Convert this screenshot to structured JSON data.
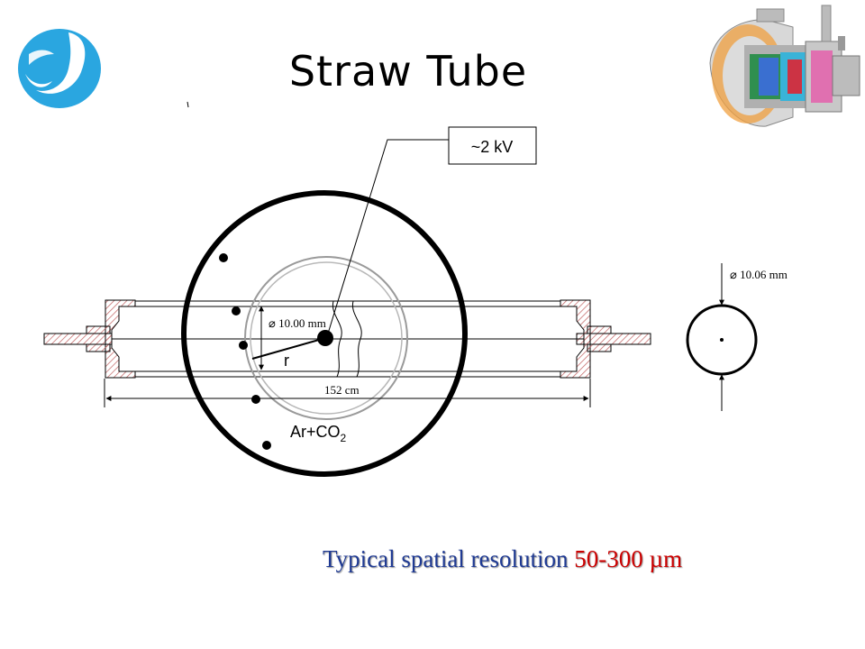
{
  "slide": {
    "title": "Straw Tube",
    "voltage_label": "~2 kV",
    "radius_label": "r",
    "gas_label_main": "Ar+CO",
    "gas_label_sub": "2",
    "inner_diameter_label": "⌀ 10.00 mm",
    "length_label": "152 cm",
    "cross_section_diameter_label": "⌀ 10.06 mm",
    "caption_lead": "Typical spatial resolution ",
    "caption_value": "50-300 µm",
    "colors": {
      "caption_lead": "#1f3a93",
      "caption_value": "#cc0000",
      "logo": "#2aa6e0",
      "hatch": "#c46a6a"
    },
    "icons": [
      "logo-icon",
      "detector-icon"
    ]
  }
}
